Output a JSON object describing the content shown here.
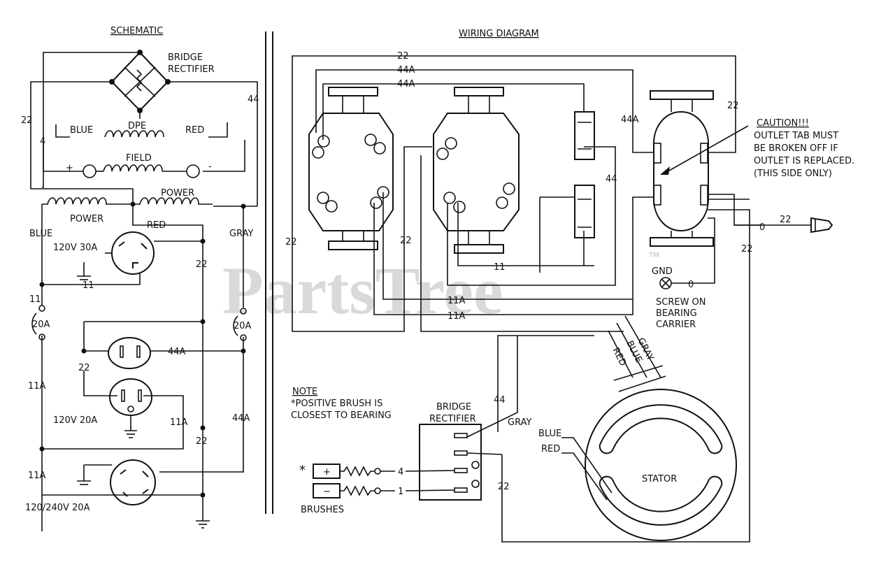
{
  "schematic": {
    "title": "SCHEMATIC",
    "bridge_rectifier": "BRIDGE\nRECTIFIER",
    "bridge_line1": "BRIDGE",
    "bridge_line2": "RECTIFIER",
    "wire_22": "22",
    "wire_44": "44",
    "wire_4": "4",
    "dpe": "DPE",
    "blue": "BLUE",
    "red": "RED",
    "field": "FIELD",
    "plus": "+",
    "minus": "-",
    "power": "POWER",
    "blue2": "BLUE",
    "red2": "RED",
    "gray": "GRAY",
    "outlet_30a": "120V  30A",
    "wire_11": "11",
    "fuse_20a": "20A",
    "wire_11a": "11A",
    "wire_44a": "44A",
    "outlet_20a": "120V  20A",
    "outlet_240": "120/240V  20A"
  },
  "wiring": {
    "title": "WIRING DIAGRAM",
    "wire_22": "22",
    "wire_44a": "44A",
    "wire_44": "44",
    "wire_11": "11",
    "wire_11a": "11A",
    "wire_0": "0",
    "caution_title": "CAUTION!!!",
    "caution_l1": "OUTLET TAB MUST",
    "caution_l2": "BE BROKEN OFF IF",
    "caution_l3": "OUTLET IS REPLACED.",
    "caution_l4": "(THIS SIDE ONLY)",
    "gnd": "GND",
    "screw_l1": "SCREW ON",
    "screw_l2": "BEARING",
    "screw_l3": "CARRIER",
    "gray": "GRAY",
    "blue": "BLUE",
    "red": "RED",
    "note_title": "NOTE",
    "note_l1": "*POSITIVE BRUSH IS",
    "note_l2": "CLOSEST TO BEARING",
    "bridge_l1": "BRIDGE",
    "bridge_l2": "RECTIFIER",
    "brushes": "BRUSHES",
    "stator": "STATOR",
    "wire_4": "4",
    "wire_1": "1",
    "asterisk": "*",
    "plus": "+",
    "minus": "−"
  },
  "watermark": "PartsTree",
  "watermark_tm": "TM"
}
